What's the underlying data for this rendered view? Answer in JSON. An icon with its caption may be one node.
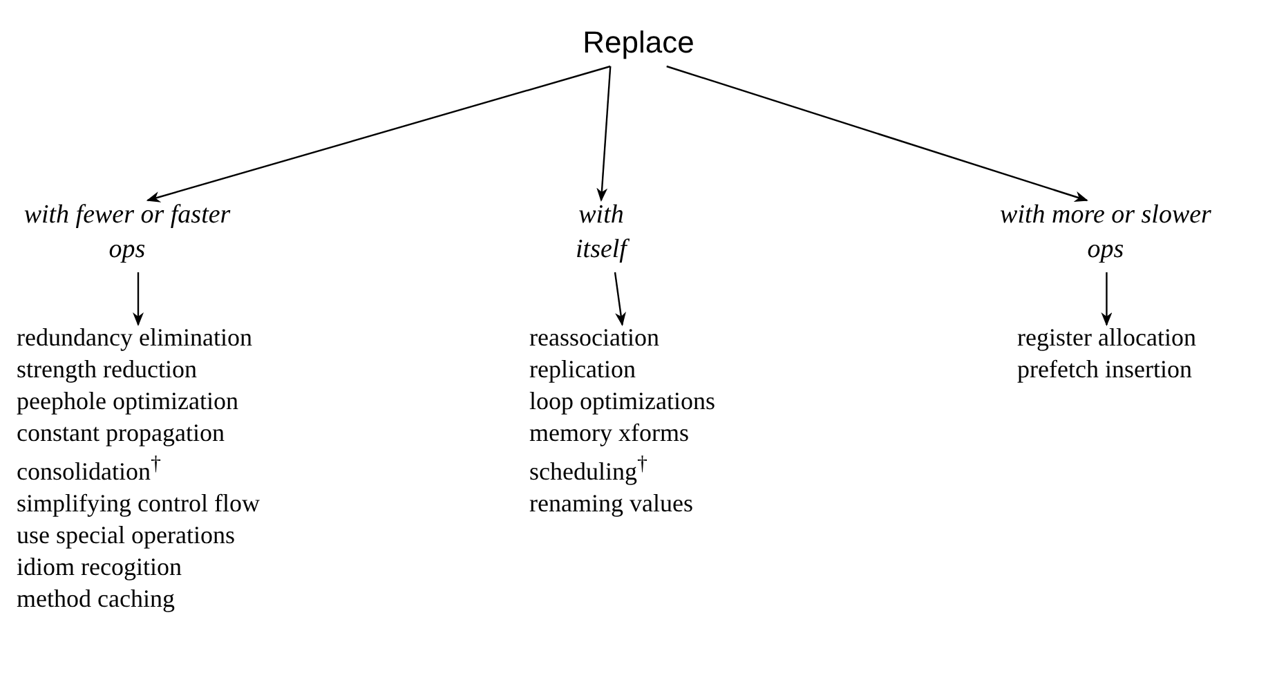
{
  "diagram": {
    "nodes": [
      {
        "text": [
          "Replace"
        ]
      },
      {
        "text": [
          "with fewer or faster ops"
        ]
      },
      {
        "text": [
          "with itself"
        ]
      },
      {
        "text": [
          "with more or slower ops"
        ]
      },
      {
        "text": [
          "redundancy elimination",
          "strength reduction",
          "peephole optimization",
          "constant propagation",
          "consolidation$^{†}$",
          "simplifying control flow",
          "use special operations",
          "idiom recogition",
          "method caching"
        ]
      },
      {
        "text": [
          "reassociation",
          "replication",
          "loop optimizations",
          "memory xforms",
          "scheduling$^{†}$",
          "renaming values"
        ]
      },
      {
        "text": [
          "register allocation",
          "prefetch insertion"
        ]
      }
    ],
    "edges": [
      {
        "from": 0,
        "to": 1,
        "arrow": "to"
      },
      {
        "from": 0,
        "to": 2,
        "arrow": "to"
      },
      {
        "from": 0,
        "to": 3,
        "arrow": "to"
      },
      {
        "from": 1,
        "to": 4,
        "arrow": "to"
      },
      {
        "from": 2,
        "to": 5,
        "arrow": "to"
      },
      {
        "from": 3,
        "to": 6,
        "arrow": "to"
      }
    ]
  }
}
